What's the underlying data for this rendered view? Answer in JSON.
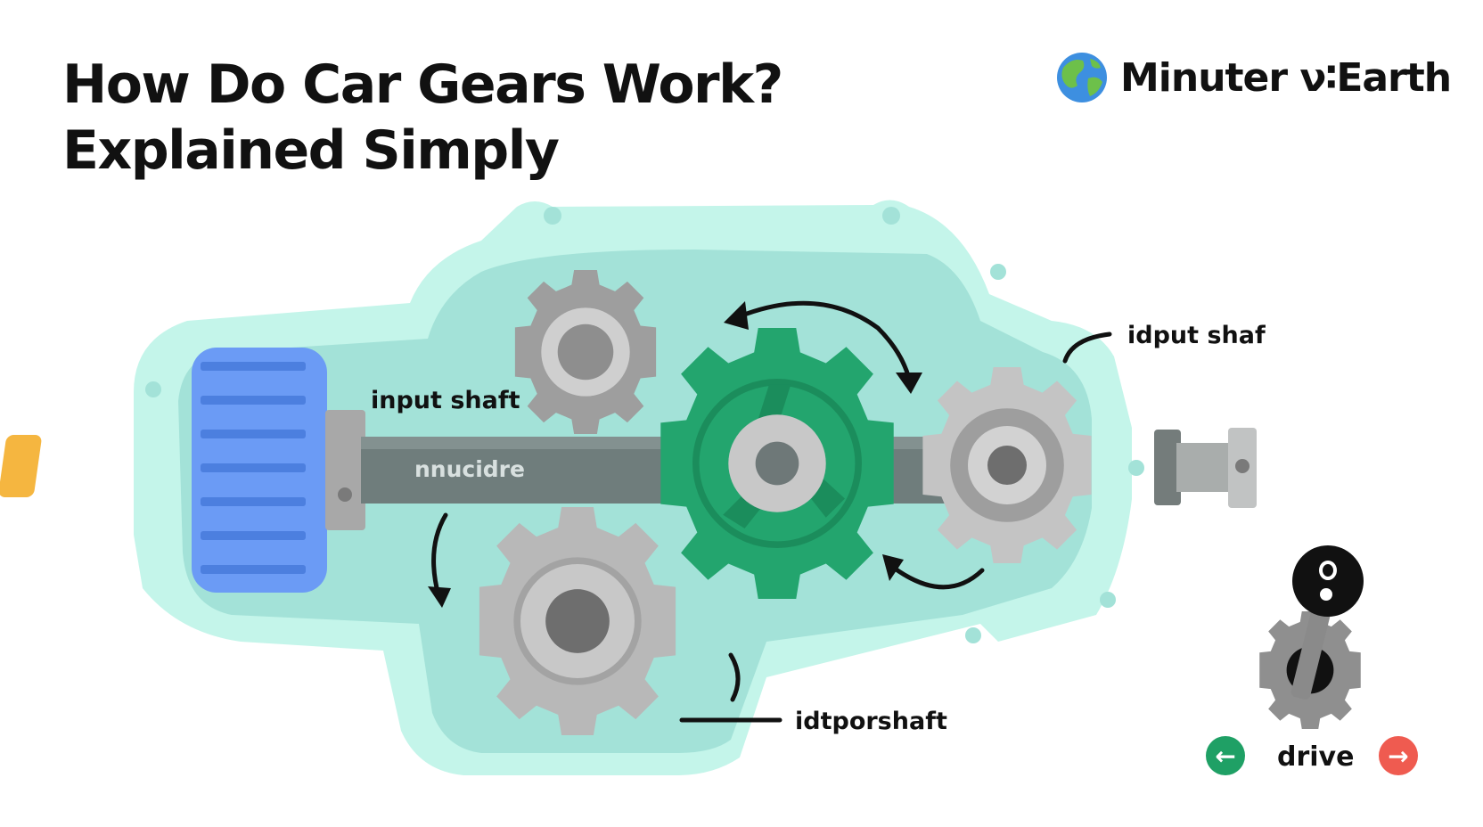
{
  "title": {
    "line1": "How Do Car Gears Work?",
    "line2": "Explained Simply"
  },
  "logo": {
    "text": "Minuter ν∶Earth",
    "icon": "globe-icon"
  },
  "labels": {
    "input_shaft": "input shaft",
    "shaft_center": "nnucidre",
    "output_shaft_top": "idput shaf",
    "idler_shaft_bottom": "idtporshaft",
    "drive": "drive"
  },
  "icons": {
    "nav_left": "arrow-left-icon",
    "nav_right": "arrow-right-icon",
    "gear_shifter": "gear-shifter-icon"
  },
  "colors": {
    "housing_outer": "#c4f5ea",
    "housing_inner": "#a3e2d8",
    "engine_block": "#6b9bf5",
    "gear_green": "#23a56e",
    "gear_gray": "#9e9e9e",
    "shaft": "#6f7d7c",
    "accent_orange": "#f5b640"
  }
}
